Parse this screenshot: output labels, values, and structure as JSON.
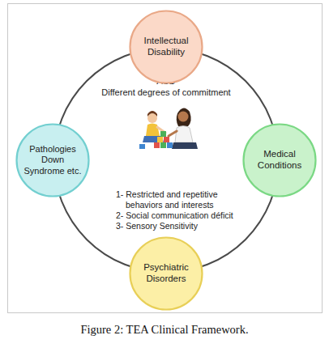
{
  "diagram": {
    "caption": "Figure 2: TEA Clinical Framework.",
    "nodes": [
      {
        "text": [
          "Intellectual Disability"
        ]
      },
      {
        "text": [
          "ASD",
          "Different degrees of commitment",
          "1- Restricted and repetitive behaviors and interests",
          "2- Social communication déficit",
          "3- Sensory Sensitivity"
        ]
      },
      {
        "text": [
          "Pathologies Down Syndrome etc."
        ]
      },
      {
        "text": [
          "Medical Conditions"
        ]
      },
      {
        "text": [
          "Psychiatric Disorders"
        ]
      }
    ]
  }
}
